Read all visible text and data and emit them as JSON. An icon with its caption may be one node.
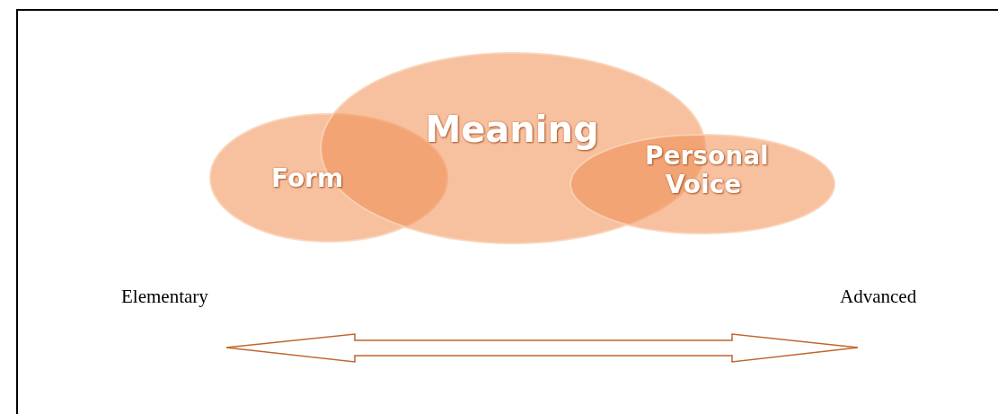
{
  "diagram": {
    "nodes": [
      {
        "text": [
          "Form"
        ]
      },
      {
        "text": [
          "Meaning"
        ]
      },
      {
        "text": [
          "Personal Voice"
        ]
      }
    ],
    "labels": [
      "Elementary",
      "Advanced"
    ]
  }
}
